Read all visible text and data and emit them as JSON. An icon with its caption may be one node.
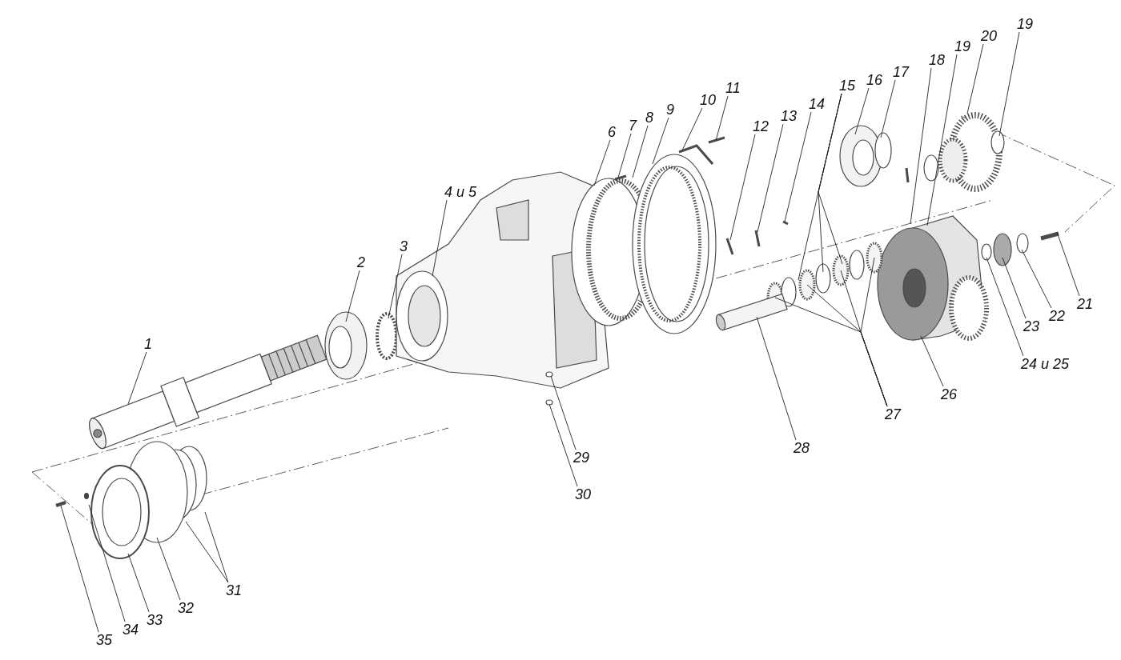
{
  "diagram": {
    "nodes": [
      {
        "text": [
          "1"
        ]
      },
      {
        "text": [
          "2"
        ]
      },
      {
        "text": [
          "3"
        ]
      },
      {
        "text": [
          "4 и 5"
        ]
      },
      {
        "text": [
          "6"
        ]
      },
      {
        "text": [
          "7"
        ]
      },
      {
        "text": [
          "8"
        ]
      },
      {
        "text": [
          "9"
        ]
      },
      {
        "text": [
          "10"
        ]
      },
      {
        "text": [
          "11"
        ]
      },
      {
        "text": [
          "12"
        ]
      },
      {
        "text": [
          "13"
        ]
      },
      {
        "text": [
          "14"
        ]
      },
      {
        "text": [
          "15"
        ]
      },
      {
        "text": [
          "16"
        ]
      },
      {
        "text": [
          "17"
        ]
      },
      {
        "text": [
          "18"
        ]
      },
      {
        "text": [
          "19"
        ]
      },
      {
        "text": [
          "20"
        ]
      },
      {
        "text": [
          "19"
        ]
      },
      {
        "text": [
          "21"
        ]
      },
      {
        "text": [
          "22"
        ]
      },
      {
        "text": [
          "23"
        ]
      },
      {
        "text": [
          "24 и 25"
        ]
      },
      {
        "text": [
          "26"
        ]
      },
      {
        "text": [
          "27"
        ]
      },
      {
        "text": [
          "28"
        ]
      },
      {
        "text": [
          "29"
        ]
      },
      {
        "text": [
          "30"
        ]
      },
      {
        "text": [
          "31"
        ]
      },
      {
        "text": [
          "32"
        ]
      },
      {
        "text": [
          "33"
        ]
      },
      {
        "text": [
          "34"
        ]
      },
      {
        "text": [
          "35"
        ]
      }
    ],
    "edges": [
      {
        "from": 0,
        "to": null,
        "arrow": "none"
      },
      {
        "from": 1,
        "to": null,
        "arrow": "none"
      },
      {
        "from": 2,
        "to": null,
        "arrow": "none"
      },
      {
        "from": 3,
        "to": null,
        "arrow": "none"
      },
      {
        "from": 4,
        "to": null,
        "arrow": "none"
      },
      {
        "from": 5,
        "to": null,
        "arrow": "none"
      },
      {
        "from": 6,
        "to": null,
        "arrow": "none"
      },
      {
        "from": 7,
        "to": null,
        "arrow": "none"
      },
      {
        "from": 8,
        "to": null,
        "arrow": "none"
      },
      {
        "from": 9,
        "to": null,
        "arrow": "none"
      },
      {
        "from": 10,
        "to": null,
        "arrow": "none"
      },
      {
        "from": 11,
        "to": null,
        "arrow": "none"
      },
      {
        "from": 12,
        "to": null,
        "arrow": "none"
      },
      {
        "from": 13,
        "to": null,
        "arrow": "none"
      },
      {
        "from": 13,
        "to": null,
        "arrow": "none"
      },
      {
        "from": 13,
        "to": null,
        "arrow": "none"
      },
      {
        "from": 14,
        "to": null,
        "arrow": "none"
      },
      {
        "from": 15,
        "to": null,
        "arrow": "none"
      },
      {
        "from": 16,
        "to": null,
        "arrow": "none"
      },
      {
        "from": 17,
        "to": null,
        "arrow": "none"
      },
      {
        "from": 18,
        "to": null,
        "arrow": "none"
      },
      {
        "from": 19,
        "to": null,
        "arrow": "none"
      },
      {
        "from": 20,
        "to": null,
        "arrow": "none"
      },
      {
        "from": 21,
        "to": null,
        "arrow": "none"
      },
      {
        "from": 22,
        "to": null,
        "arrow": "none"
      },
      {
        "from": 23,
        "to": null,
        "arrow": "none"
      },
      {
        "from": 24,
        "to": null,
        "arrow": "none"
      },
      {
        "from": 25,
        "to": null,
        "arrow": "none"
      },
      {
        "from": 25,
        "to": null,
        "arrow": "none"
      },
      {
        "from": 25,
        "to": null,
        "arrow": "none"
      },
      {
        "from": 25,
        "to": null,
        "arrow": "none"
      },
      {
        "from": 26,
        "to": null,
        "arrow": "none"
      },
      {
        "from": 27,
        "to": null,
        "arrow": "none"
      },
      {
        "from": 28,
        "to": null,
        "arrow": "none"
      },
      {
        "from": 29,
        "to": null,
        "arrow": "none"
      },
      {
        "from": 29,
        "to": null,
        "arrow": "none"
      },
      {
        "from": 30,
        "to": null,
        "arrow": "none"
      },
      {
        "from": 31,
        "to": null,
        "arrow": "none"
      },
      {
        "from": 32,
        "to": null,
        "arrow": "none"
      },
      {
        "from": 33,
        "to": null,
        "arrow": "none"
      }
    ]
  }
}
